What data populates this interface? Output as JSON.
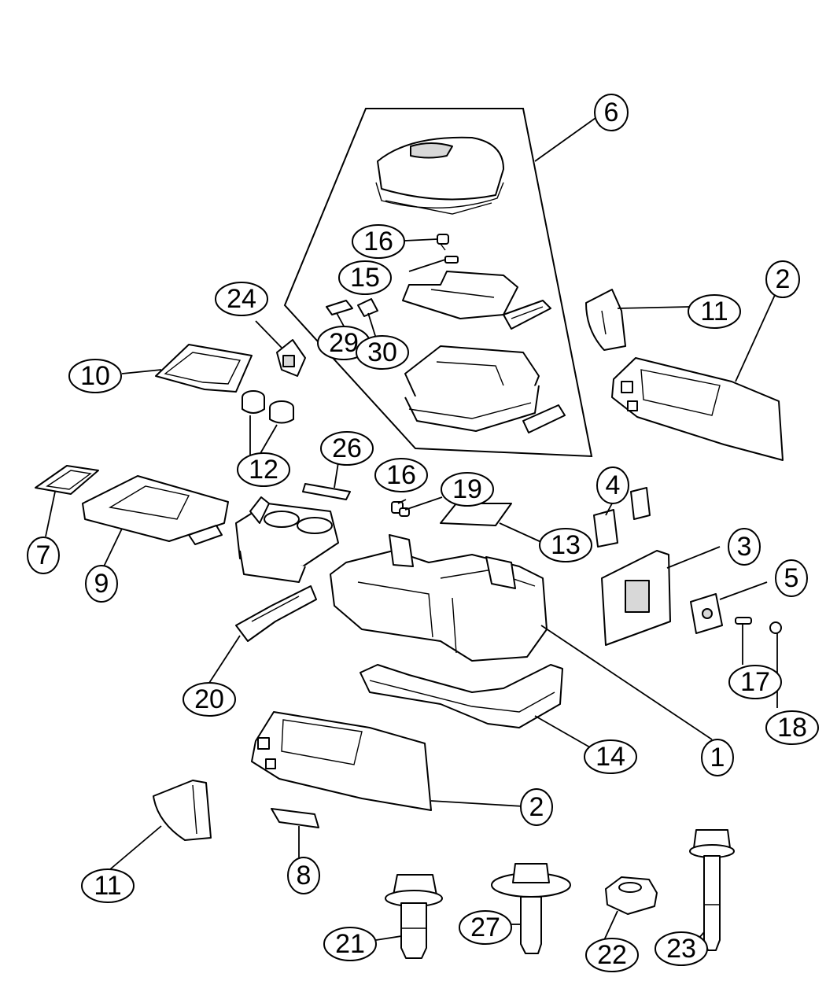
{
  "callouts": [
    {
      "id": "c6",
      "label": "6"
    },
    {
      "id": "c16a",
      "label": "16"
    },
    {
      "id": "c15",
      "label": "15"
    },
    {
      "id": "c24",
      "label": "24"
    },
    {
      "id": "c29",
      "label": "29"
    },
    {
      "id": "c30",
      "label": "30"
    },
    {
      "id": "c11a",
      "label": "11"
    },
    {
      "id": "c2a",
      "label": "2"
    },
    {
      "id": "c10",
      "label": "10"
    },
    {
      "id": "c12",
      "label": "12"
    },
    {
      "id": "c26",
      "label": "26"
    },
    {
      "id": "c16b",
      "label": "16"
    },
    {
      "id": "c19",
      "label": "19"
    },
    {
      "id": "c4",
      "label": "4"
    },
    {
      "id": "c7",
      "label": "7"
    },
    {
      "id": "c9",
      "label": "9"
    },
    {
      "id": "c13",
      "label": "13"
    },
    {
      "id": "c3",
      "label": "3"
    },
    {
      "id": "c5",
      "label": "5"
    },
    {
      "id": "c17",
      "label": "17"
    },
    {
      "id": "c20",
      "label": "20"
    },
    {
      "id": "c18",
      "label": "18"
    },
    {
      "id": "c1",
      "label": "1"
    },
    {
      "id": "c14",
      "label": "14"
    },
    {
      "id": "c2b",
      "label": "2"
    },
    {
      "id": "c11b",
      "label": "11"
    },
    {
      "id": "c8",
      "label": "8"
    },
    {
      "id": "c27",
      "label": "27"
    },
    {
      "id": "c21",
      "label": "21"
    },
    {
      "id": "c22",
      "label": "22"
    },
    {
      "id": "c23",
      "label": "23"
    }
  ]
}
